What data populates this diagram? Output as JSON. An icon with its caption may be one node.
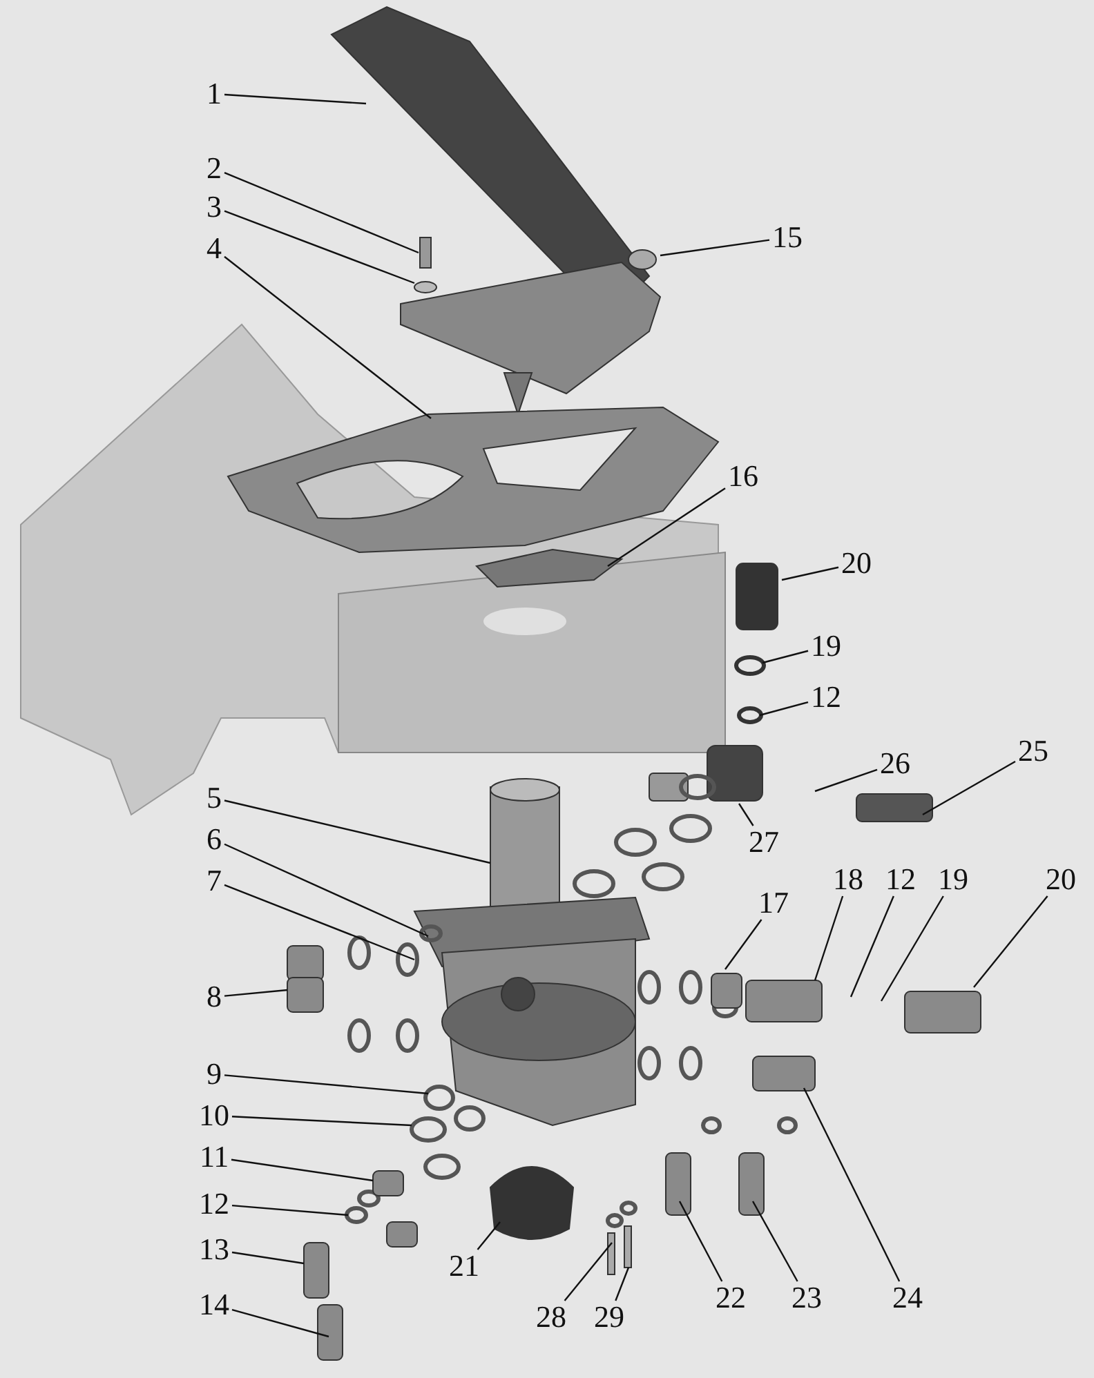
{
  "diagram": {
    "nodes": [
      {
        "text": [
          "1"
        ]
      },
      {
        "text": [
          "2"
        ]
      },
      {
        "text": [
          "3"
        ]
      },
      {
        "text": [
          "4"
        ]
      },
      {
        "text": [
          "15"
        ]
      },
      {
        "text": [
          "16"
        ]
      },
      {
        "text": [
          "20"
        ]
      },
      {
        "text": [
          "19"
        ]
      },
      {
        "text": [
          "12"
        ]
      },
      {
        "text": [
          "26"
        ]
      },
      {
        "text": [
          "25"
        ]
      },
      {
        "text": [
          "27"
        ]
      },
      {
        "text": [
          "5"
        ]
      },
      {
        "text": [
          "6"
        ]
      },
      {
        "text": [
          "7"
        ]
      },
      {
        "text": [
          "17"
        ]
      },
      {
        "text": [
          "18"
        ]
      },
      {
        "text": [
          "12"
        ]
      },
      {
        "text": [
          "19"
        ]
      },
      {
        "text": [
          "20"
        ]
      },
      {
        "text": [
          "8"
        ]
      },
      {
        "text": [
          "9"
        ]
      },
      {
        "text": [
          "10"
        ]
      },
      {
        "text": [
          "11"
        ]
      },
      {
        "text": [
          "12"
        ]
      },
      {
        "text": [
          "13"
        ]
      },
      {
        "text": [
          "14"
        ]
      },
      {
        "text": [
          "21"
        ]
      },
      {
        "text": [
          "22"
        ]
      },
      {
        "text": [
          "23"
        ]
      },
      {
        "text": [
          "24"
        ]
      },
      {
        "text": [
          "28"
        ]
      },
      {
        "text": [
          "29"
        ]
      }
    ],
    "edges": [
      {
        "from": 0,
        "to": null,
        "arrow": "none"
      },
      {
        "from": 1,
        "to": null,
        "arrow": "none"
      },
      {
        "from": 2,
        "to": null,
        "arrow": "none"
      },
      {
        "from": 3,
        "to": null,
        "arrow": "none"
      },
      {
        "from": 4,
        "to": null,
        "arrow": "none"
      },
      {
        "from": 5,
        "to": null,
        "arrow": "none"
      },
      {
        "from": 6,
        "to": null,
        "arrow": "none"
      },
      {
        "from": 7,
        "to": null,
        "arrow": "none"
      },
      {
        "from": 8,
        "to": null,
        "arrow": "none"
      },
      {
        "from": 9,
        "to": null,
        "arrow": "none"
      },
      {
        "from": 10,
        "to": null,
        "arrow": "none"
      },
      {
        "from": 11,
        "to": null,
        "arrow": "none"
      },
      {
        "from": 12,
        "to": null,
        "arrow": "none"
      },
      {
        "from": 13,
        "to": null,
        "arrow": "none"
      },
      {
        "from": 14,
        "to": null,
        "arrow": "none"
      },
      {
        "from": 15,
        "to": null,
        "arrow": "none"
      },
      {
        "from": 16,
        "to": null,
        "arrow": "none"
      },
      {
        "from": 17,
        "to": null,
        "arrow": "none"
      },
      {
        "from": 18,
        "to": null,
        "arrow": "none"
      },
      {
        "from": 19,
        "to": null,
        "arrow": "none"
      },
      {
        "from": 20,
        "to": null,
        "arrow": "none"
      },
      {
        "from": 21,
        "to": null,
        "arrow": "none"
      },
      {
        "from": 22,
        "to": null,
        "arrow": "none"
      },
      {
        "from": 23,
        "to": null,
        "arrow": "none"
      },
      {
        "from": 24,
        "to": null,
        "arrow": "none"
      },
      {
        "from": 25,
        "to": null,
        "arrow": "none"
      },
      {
        "from": 26,
        "to": null,
        "arrow": "none"
      },
      {
        "from": 27,
        "to": null,
        "arrow": "none"
      },
      {
        "from": 28,
        "to": null,
        "arrow": "none"
      },
      {
        "from": 29,
        "to": null,
        "arrow": "none"
      },
      {
        "from": 30,
        "to": null,
        "arrow": "none"
      },
      {
        "from": 31,
        "to": null,
        "arrow": "none"
      },
      {
        "from": 32,
        "to": null,
        "arrow": "none"
      }
    ]
  }
}
